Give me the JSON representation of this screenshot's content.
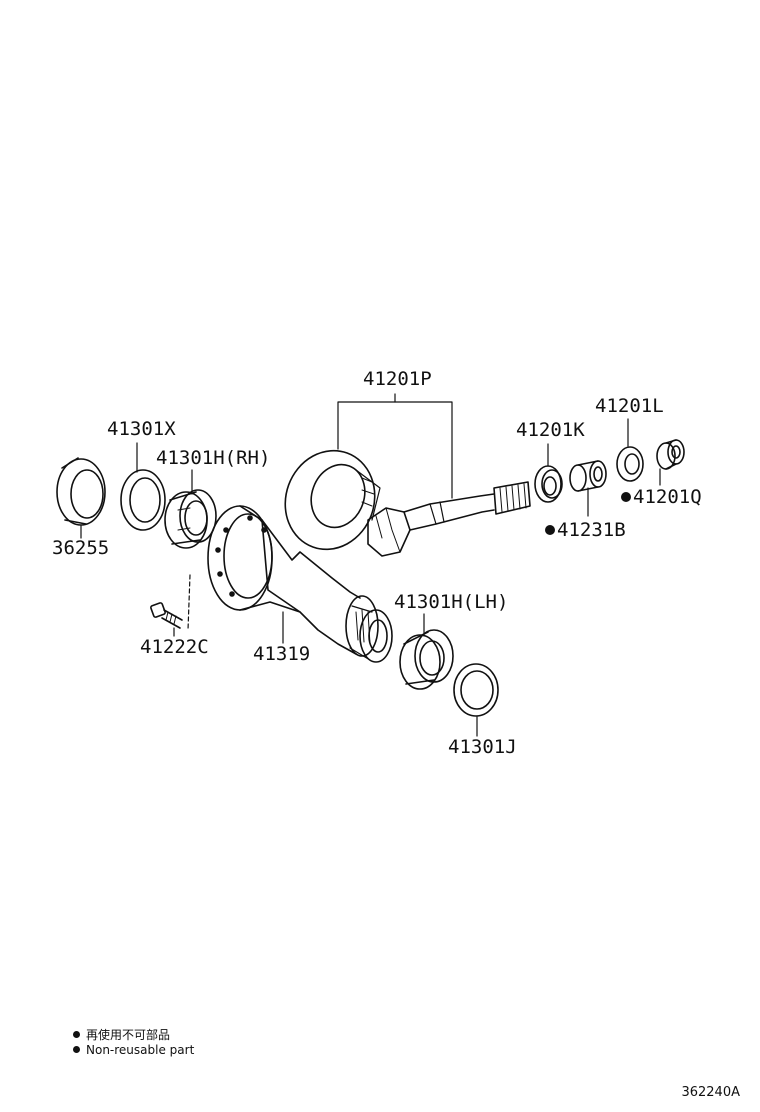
{
  "labels": {
    "p41201P": "41201P",
    "p41301X": "41301X",
    "p41301H_RH": "41301H(RH)",
    "p41201K": "41201K",
    "p41201L": "41201L",
    "p41201Q": "41201Q",
    "p41231B": "41231B",
    "p36255": "36255",
    "p41222C": "41222C",
    "p41319": "41319",
    "p41301H_LH": "41301H(LH)",
    "p41301J": "41301J"
  },
  "legend": {
    "line_jp": "再使用不可部品",
    "line_en": "Non-reusable part"
  },
  "doc_id": "362240A"
}
